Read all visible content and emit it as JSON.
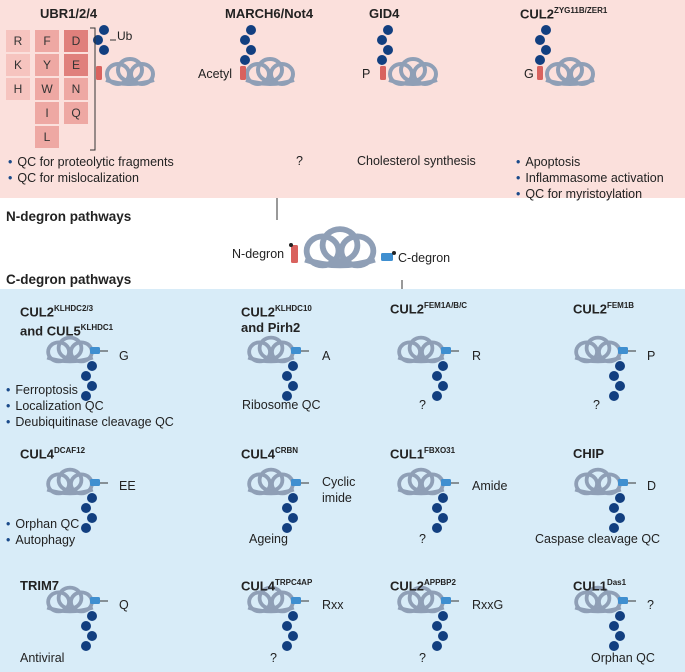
{
  "n_pathways": {
    "label": "N-degron pathways",
    "ubr": {
      "title": "UBR1/2/4",
      "ub_label": "Ub",
      "residues": [
        {
          "letter": "R",
          "shade": "light"
        },
        {
          "letter": "F",
          "shade": "mid"
        },
        {
          "letter": "D",
          "shade": "dark"
        },
        {
          "letter": "K",
          "shade": "light"
        },
        {
          "letter": "Y",
          "shade": "mid"
        },
        {
          "letter": "E",
          "shade": "dark"
        },
        {
          "letter": "H",
          "shade": "light"
        },
        {
          "letter": "W",
          "shade": "mid"
        },
        {
          "letter": "N",
          "shade": "mid"
        },
        {
          "letter": "I",
          "shade": "mid"
        },
        {
          "letter": "Q",
          "shade": "mid"
        },
        {
          "letter": "L",
          "shade": "mid"
        }
      ],
      "functions": [
        "QC for proteolytic fragments",
        "QC for mislocalization"
      ]
    },
    "march": {
      "title": "MARCH6/Not4",
      "degron": "Acetyl",
      "function": "?"
    },
    "gid4": {
      "title": "GID4",
      "degron": "P",
      "function": "Cholesterol synthesis"
    },
    "cul2": {
      "title_main": "CUL2",
      "title_sup": "ZYG11B/ZER1",
      "degron": "G",
      "functions": [
        "Apoptosis",
        "Inflammasome activation",
        "QC for myristoylation"
      ]
    }
  },
  "central": {
    "n_label": "N-degron",
    "c_label": "C-degron"
  },
  "c_pathways": {
    "label": "C-degron pathways",
    "row1": [
      {
        "title_main": "CUL2",
        "title_sup": "KLHDC2/3",
        "title_line2_main": "and CUL5",
        "title_line2_sup": "KLHDC1",
        "degron": "G",
        "functions": [
          "Ferroptosis",
          "Localization QC",
          "Deubiquitinase cleavage QC"
        ]
      },
      {
        "title_main": "CUL2",
        "title_sup": "KLHDC10",
        "title_line2_main": "and Pirh2",
        "title_line2_sup": "",
        "degron": "A",
        "function": "Ribosome QC"
      },
      {
        "title_main": "CUL2",
        "title_sup": "FEM1A/B/C",
        "degron": "R",
        "function": "?"
      },
      {
        "title_main": "CUL2",
        "title_sup": "FEM1B",
        "degron": "P",
        "function": "?"
      }
    ],
    "row2": [
      {
        "title_main": "CUL4",
        "title_sup": "DCAF12",
        "degron": "EE",
        "functions": [
          "Orphan QC",
          "Autophagy"
        ]
      },
      {
        "title_main": "CUL4",
        "title_sup": "CRBN",
        "degron_line1": "Cyclic",
        "degron_line2": "imide",
        "function": "Ageing"
      },
      {
        "title_main": "CUL1",
        "title_sup": "FBXO31",
        "degron": "Amide",
        "function": "?"
      },
      {
        "title_main": "CHIP",
        "title_sup": "",
        "degron": "D",
        "function": "Caspase cleavage QC"
      }
    ],
    "row3": [
      {
        "title_main": "TRIM7",
        "title_sup": "",
        "degron": "Q",
        "function": "Antiviral"
      },
      {
        "title_main": "CUL4",
        "title_sup": "TRPC4AP",
        "degron": "Rxx",
        "function": "?"
      },
      {
        "title_main": "CUL2",
        "title_sup": "APPBP2",
        "degron": "RxxG",
        "function": "?"
      },
      {
        "title_main": "CUL1",
        "title_sup": "Das1",
        "degron": "?",
        "function": "Orphan QC"
      }
    ]
  },
  "colors": {
    "n_bg": "#fbe0dc",
    "c_bg": "#d8ecf8",
    "protein": "#8f9fb6",
    "protein_stroke": "#5d6d86",
    "ub": "#123f80",
    "n_tag": "#d9625e",
    "c_tag": "#3f8fd0",
    "res_light": "#f6c4bf",
    "res_mid": "#eea8a3",
    "res_dark": "#e0807c"
  }
}
